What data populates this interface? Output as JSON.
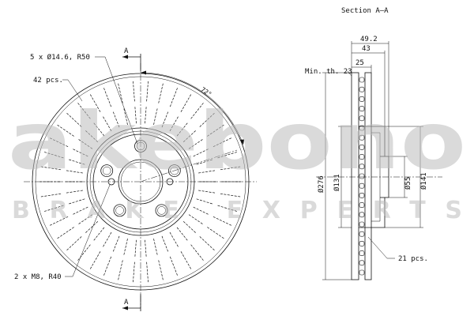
{
  "watermark": {
    "brand": "akebono",
    "tagline": "BRAKE EXPERTS"
  },
  "front_view": {
    "bolt_holes": "5 x Ø14.6, R50",
    "vent_slots": "42 pcs.",
    "threaded_holes": "2 x M8, R40",
    "angle": "72°",
    "section_mark_top": "A",
    "section_mark_bottom": "A"
  },
  "section_view": {
    "title": "Section A–A",
    "min_thickness": "Min. th. 23",
    "dims": {
      "overall_height": "49.2",
      "hat_height": "43",
      "disc_thickness": "25",
      "outer_diameter": "Ø276",
      "hat_diameter": "Ø131",
      "center_bore": "Ø55",
      "hub_diameter": "Ø141"
    },
    "vane_count": "21 pcs."
  }
}
